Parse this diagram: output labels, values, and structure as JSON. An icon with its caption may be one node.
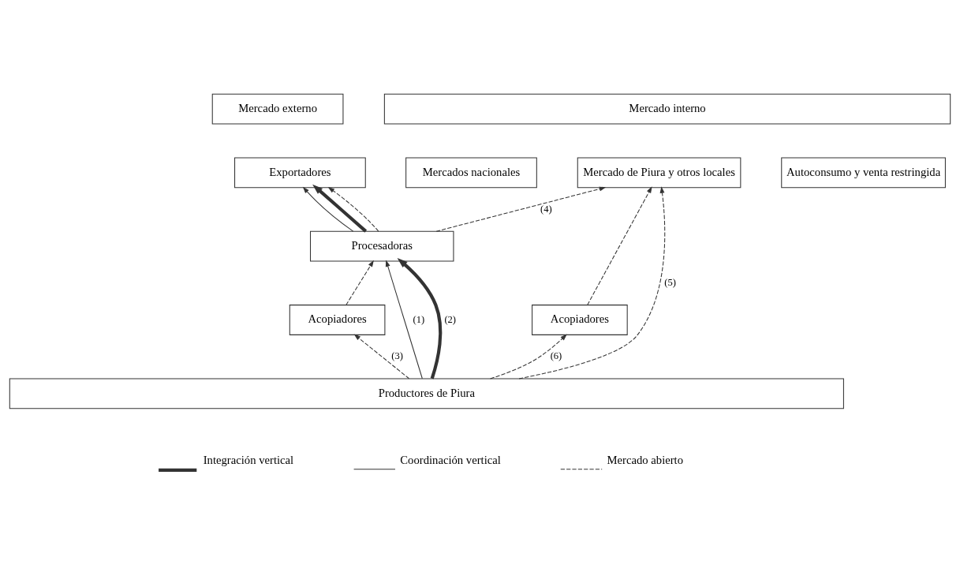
{
  "diagram": {
    "nodes": [
      {
        "text": [
          "Mercado externo"
        ]
      },
      {
        "text": [
          "Mercado interno"
        ]
      },
      {
        "text": [
          "Exportadores"
        ]
      },
      {
        "text": [
          "Mercados nacionales"
        ]
      },
      {
        "text": [
          "Mercado de Piura y otros locales"
        ]
      },
      {
        "text": [
          "Autoconsumo y venta restringida"
        ]
      },
      {
        "text": [
          "Procesadoras"
        ]
      },
      {
        "text": [
          "Acopiadores"
        ]
      },
      {
        "text": [
          "Acopiadores"
        ]
      },
      {
        "text": [
          "Productores de Piura"
        ]
      }
    ],
    "edges": [
      {
        "from": 9,
        "to": 6,
        "arrow": "to",
        "label": "(1)"
      },
      {
        "from": 9,
        "to": 6,
        "arrow": "to",
        "label": "(2)",
        "style": "thick"
      },
      {
        "from": 9,
        "to": 7,
        "arrow": "to",
        "label": "(3)",
        "style": "dashed"
      },
      {
        "from": 6,
        "to": 2,
        "arrow": "to"
      },
      {
        "from": 6,
        "to": 2,
        "arrow": "to",
        "style": "thick"
      },
      {
        "from": 7,
        "to": 6,
        "arrow": "to",
        "style": "dashed"
      },
      {
        "from": 6,
        "to": 2,
        "arrow": "to",
        "style": "dashed"
      },
      {
        "from": 6,
        "to": 4,
        "arrow": "to",
        "label": "(4)",
        "style": "dashed"
      },
      {
        "from": 9,
        "to": 4,
        "arrow": "to",
        "label": "(5)",
        "style": "dashed"
      },
      {
        "from": 9,
        "to": 8,
        "arrow": "to",
        "label": "(6)",
        "style": "dashed"
      },
      {
        "from": 8,
        "to": 4,
        "arrow": "to",
        "style": "dashed"
      }
    ],
    "legend": [
      {
        "text": "Integración vertical"
      },
      {
        "text": "Coordinación vertical"
      },
      {
        "text": "Mercado abierto"
      }
    ]
  }
}
